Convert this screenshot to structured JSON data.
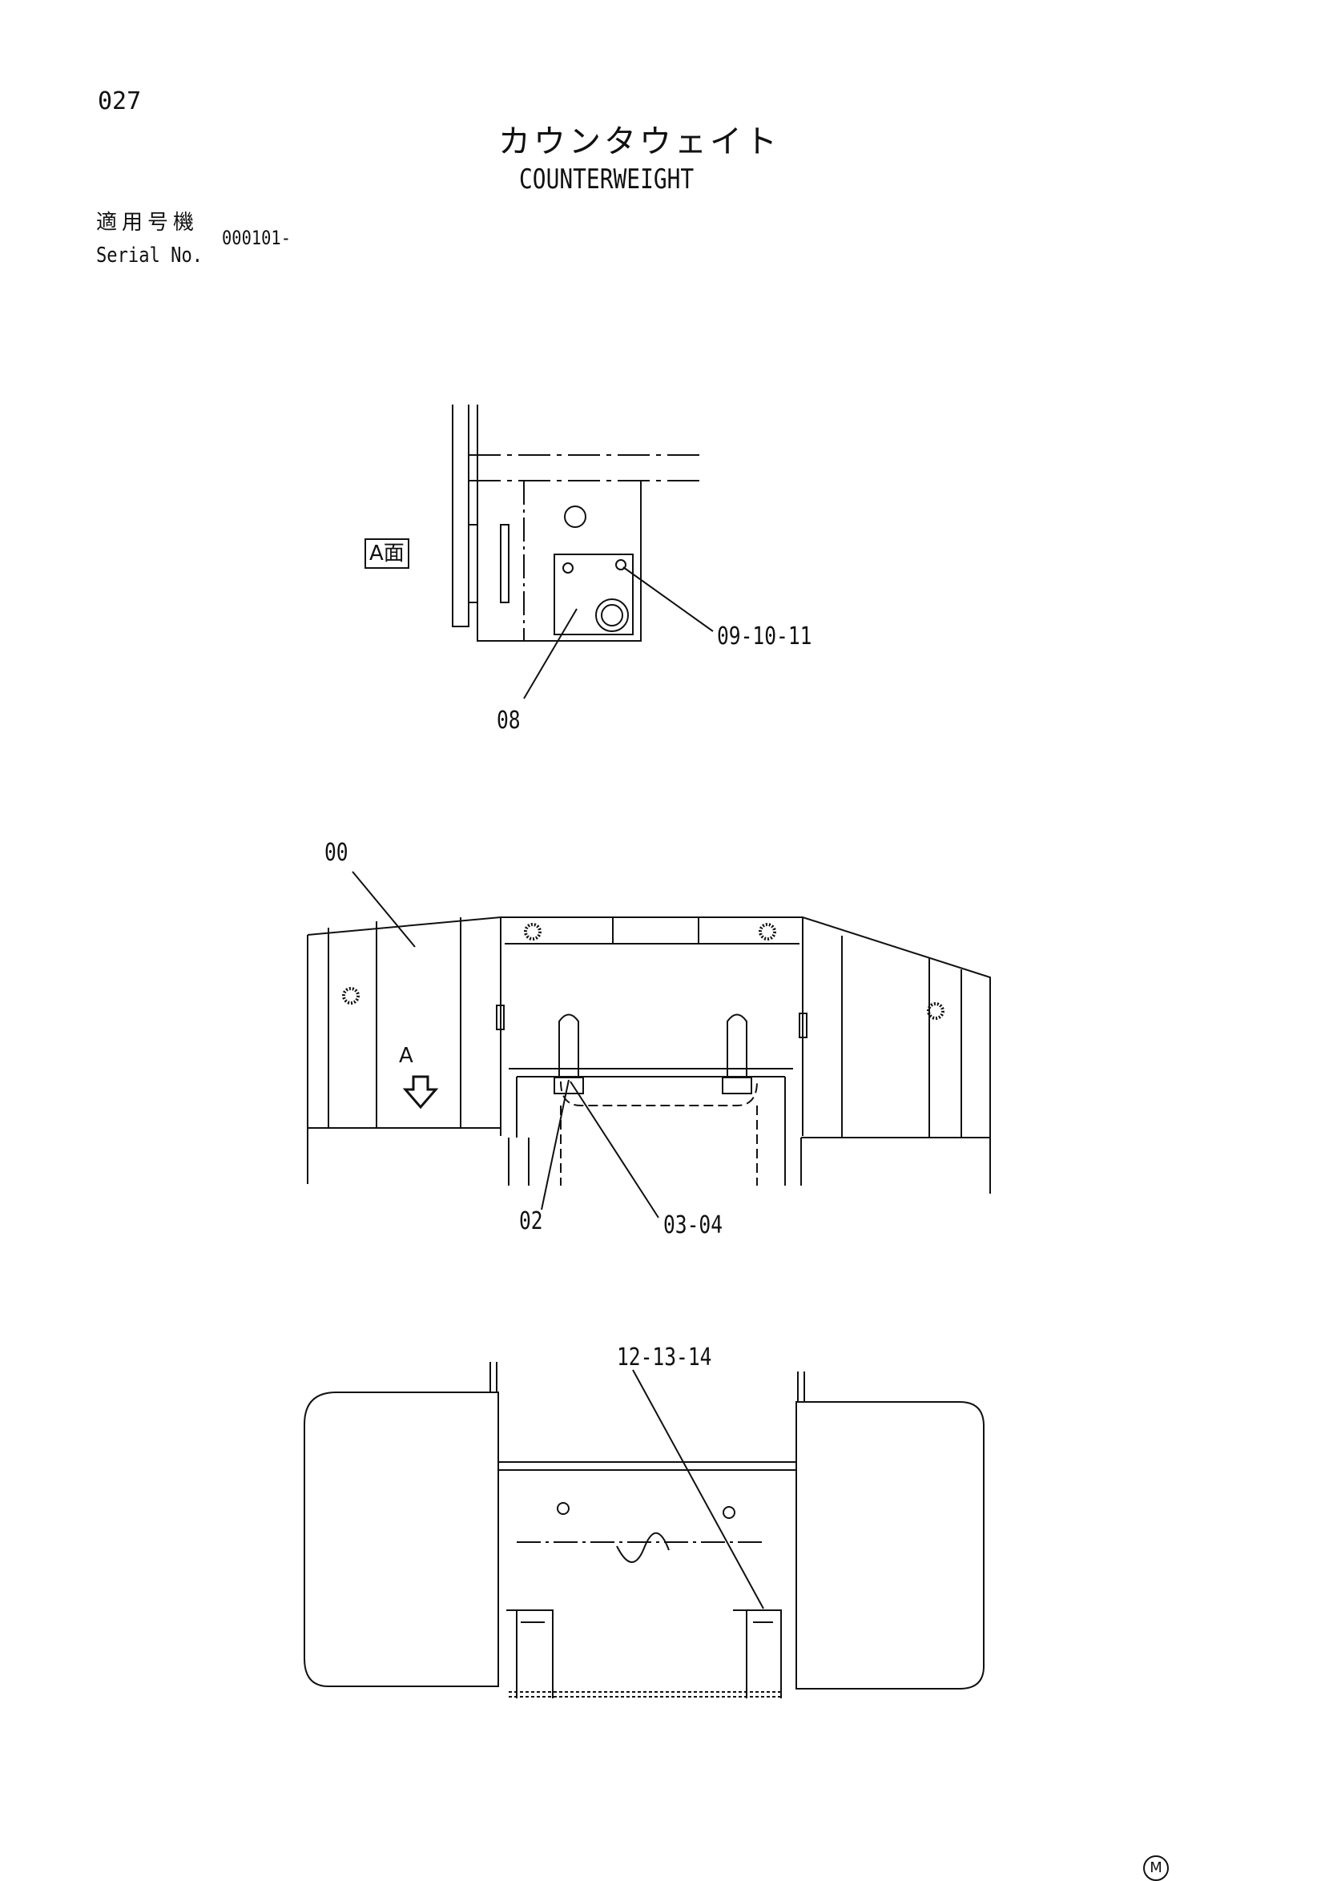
{
  "header": {
    "page_number": "027",
    "title_japanese": "カウンタウェイト",
    "title_english": "COUNTERWEIGHT",
    "serial_label_japanese": "適用号機",
    "serial_label_english": "Serial No.",
    "serial_value": "000101-"
  },
  "view_label": "A面",
  "arrow_letter": "A",
  "callouts": {
    "c_09_10_11": "09-10-11",
    "c_08": "08",
    "c_00": "00",
    "c_02": "02",
    "c_03_04": "03-04",
    "c_12_13_14": "12-13-14"
  },
  "corner_mark": "M"
}
